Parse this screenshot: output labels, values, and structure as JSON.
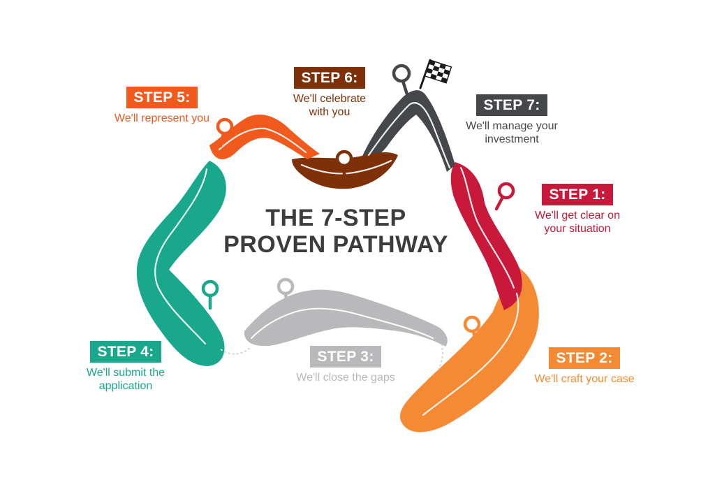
{
  "title": {
    "line1": "THE 7-STEP",
    "line2": "PROVEN PATHWAY"
  },
  "colors": {
    "title": "#3c3c3c",
    "step1": "#c8193a",
    "step2": "#f58a35",
    "step3": "#b9b9bb",
    "step4": "#19a88b",
    "step5": "#f05a1d",
    "step6": "#7e3108",
    "step7": "#45474b",
    "flag": "#1a1a1a"
  },
  "steps": [
    {
      "id": "s1",
      "badge": "STEP 1:",
      "desc": [
        "We'll get clear on",
        "your situation"
      ]
    },
    {
      "id": "s2",
      "badge": "STEP 2:",
      "desc": [
        "We'll craft your case"
      ]
    },
    {
      "id": "s3",
      "badge": "STEP 3:",
      "desc": [
        "We'll close the gaps"
      ]
    },
    {
      "id": "s4",
      "badge": "STEP 4:",
      "desc": [
        "We'll submit the",
        "application"
      ]
    },
    {
      "id": "s5",
      "badge": "STEP 5:",
      "desc": [
        "We'll represent you"
      ]
    },
    {
      "id": "s6",
      "badge": "STEP 6:",
      "desc": [
        "We'll celebrate",
        "with you"
      ]
    },
    {
      "id": "s7",
      "badge": "STEP 7:",
      "desc": [
        "We'll manage your",
        "investment"
      ]
    }
  ],
  "icons": [
    "location-pin-icon",
    "checkered-flag-icon"
  ]
}
